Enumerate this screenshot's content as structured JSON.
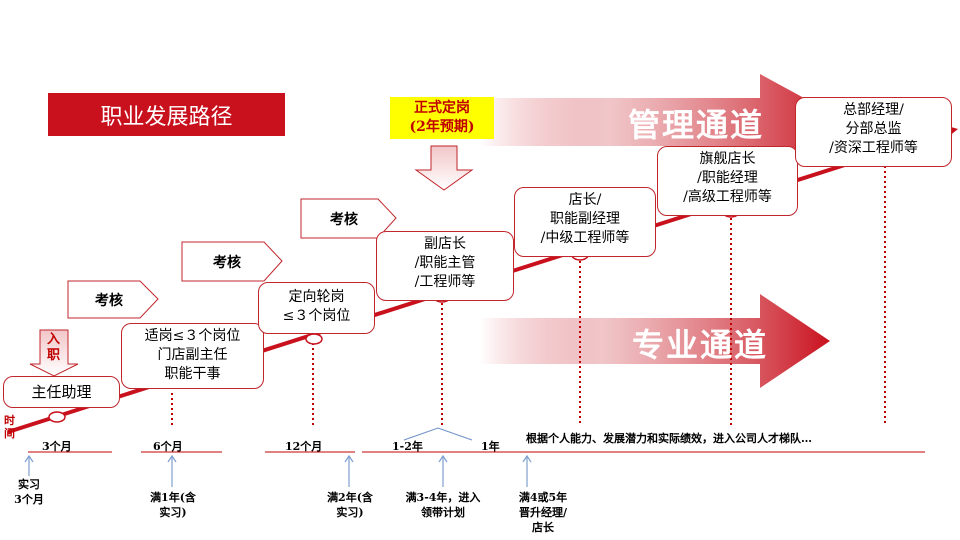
{
  "title": "职业发展路径",
  "formal": {
    "line1": "正式定岗",
    "line2": "(2年预期)"
  },
  "channels": {
    "management": "管理通道",
    "professional": "专业通道"
  },
  "entry": {
    "line1": "入",
    "line2": "职"
  },
  "time_label": {
    "line1": "时",
    "line2": "间"
  },
  "assessments": [
    "考核",
    "考核",
    "考核"
  ],
  "nodes": [
    {
      "lines": [
        "主任助理"
      ]
    },
    {
      "lines": [
        "适岗≤３个岗位",
        "门店副主任",
        "职能干事"
      ]
    },
    {
      "lines": [
        "定向轮岗",
        "≤３个岗位"
      ]
    },
    {
      "lines": [
        "副店长",
        "/职能主管",
        "/工程师等"
      ]
    },
    {
      "lines": [
        "店长/",
        "职能副经理",
        "/中级工程师等"
      ]
    },
    {
      "lines": [
        "旗舰店长",
        "/职能经理",
        "/高级工程师等"
      ]
    },
    {
      "lines": [
        "总部经理/",
        "分部总监",
        "/资深工程师等"
      ]
    }
  ],
  "timeline_labels": [
    "3个月",
    "6个月",
    "12个月",
    "1-2年",
    "1年"
  ],
  "timeline_note": "根据个人能力、发展潜力和实际绩效，进入公司人才梯队…",
  "milestones": [
    {
      "lines": [
        "实习",
        "3个月"
      ]
    },
    {
      "lines": [
        "满1年(含",
        "实习)"
      ]
    },
    {
      "lines": [
        "满2年(含",
        "实习)"
      ]
    },
    {
      "lines": [
        "满3-4年，进入",
        "领带计划"
      ]
    },
    {
      "lines": [
        "满4或5年",
        "晋升经理/",
        "店长"
      ]
    }
  ]
}
